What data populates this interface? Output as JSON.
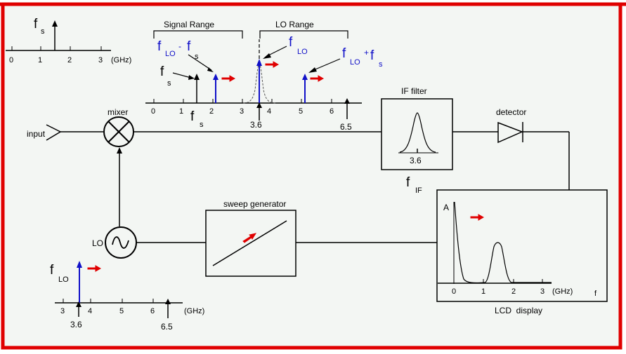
{
  "colors": {
    "frame": "#e00000",
    "background": "#f3f6f3",
    "signal_blue": "#1010c8",
    "sweep_arrow": "#e00000",
    "ink": "#000000"
  },
  "input_spectrum": {
    "f_label": "f",
    "f_sub": "s",
    "ticks": [
      "0",
      "1",
      "2",
      "3"
    ],
    "unit": "(GHz)"
  },
  "mixer_spectrum": {
    "signal_range_label": "Signal Range",
    "lo_range_label": "LO Range",
    "f_lo_minus_fs": {
      "f1": "f",
      "s1": "LO",
      "op": "-",
      "f2": "f",
      "s2": "s"
    },
    "fs_label": {
      "f": "f",
      "s": "s"
    },
    "f_lo_label": {
      "f": "f",
      "s": "LO"
    },
    "f_lo_plus_fs": {
      "f1": "f",
      "s1": "LO",
      "op": "+",
      "f2": "f",
      "s2": "s"
    },
    "ticks": [
      "0",
      "1",
      "2",
      "3",
      "4",
      "5",
      "6"
    ],
    "fs_axis_label": {
      "f": "f",
      "s": "s"
    },
    "lo_marker_value": "3.6",
    "lo_end_value": "6.5"
  },
  "input": {
    "label": "input"
  },
  "mixer": {
    "label": "mixer"
  },
  "if_filter": {
    "label": "IF filter",
    "center_value": "3.6",
    "f_label": "f",
    "f_sub": "IF"
  },
  "detector": {
    "label": "detector"
  },
  "lo": {
    "label": "LO"
  },
  "sweep_generator": {
    "label": "sweep generator"
  },
  "lo_spectrum": {
    "f_label": "f",
    "f_sub": "LO",
    "ticks": [
      "3",
      "4",
      "5",
      "6"
    ],
    "unit": "(GHz)",
    "lo_marker_value": "3.6",
    "lo_end_value": "6.5"
  },
  "lcd": {
    "label": "LCD  display",
    "y_label": "A",
    "x_label": "f",
    "ticks": [
      "0",
      "1",
      "2",
      "3"
    ],
    "unit": "(GHz)"
  }
}
